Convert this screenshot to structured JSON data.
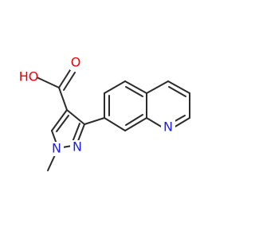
{
  "molecule": {
    "name": "",
    "labels": {
      "ho": "HO",
      "o": "O",
      "n_pyrazole_1": "N",
      "n_pyrazole_2": "N",
      "n_quinoline": "N",
      "methyl": ""
    }
  },
  "colors": {
    "bond": "#2b2b2b",
    "oxygen": "#e8000b",
    "nitrogen": "#1f1fe6",
    "background": "#ffffff"
  }
}
